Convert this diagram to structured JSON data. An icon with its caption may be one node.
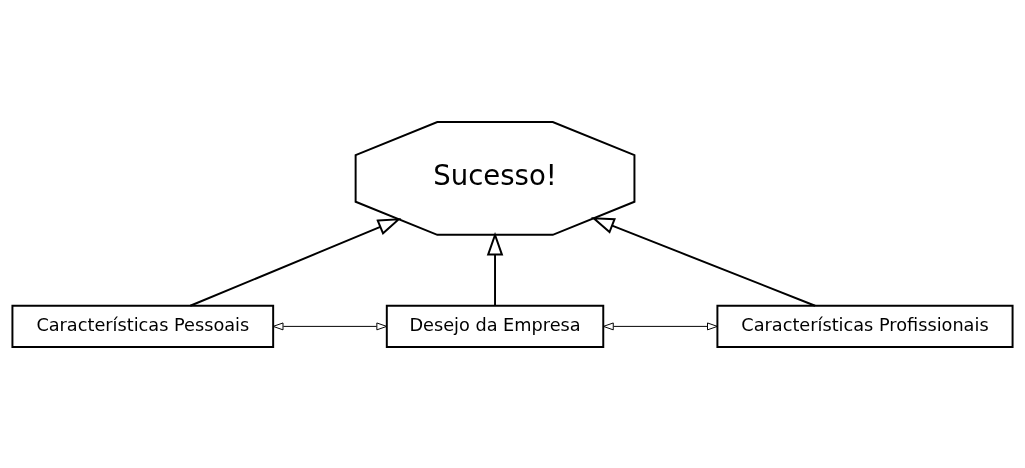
{
  "diagram": {
    "nodes": [
      {
        "text": [
          "Sucesso!"
        ]
      },
      {
        "text": [
          "Características Pessoais"
        ]
      },
      {
        "text": [
          "Desejo da Empresa"
        ]
      },
      {
        "text": [
          "Características Profissionais"
        ]
      }
    ],
    "edges": [
      {
        "from": 1,
        "to": 0,
        "arrow": "to"
      },
      {
        "from": 2,
        "to": 0,
        "arrow": "to"
      },
      {
        "from": 3,
        "to": 0,
        "arrow": "to"
      },
      {
        "from": 1,
        "to": 2,
        "arrow": "both"
      },
      {
        "from": 2,
        "to": 3,
        "arrow": "both"
      }
    ]
  }
}
